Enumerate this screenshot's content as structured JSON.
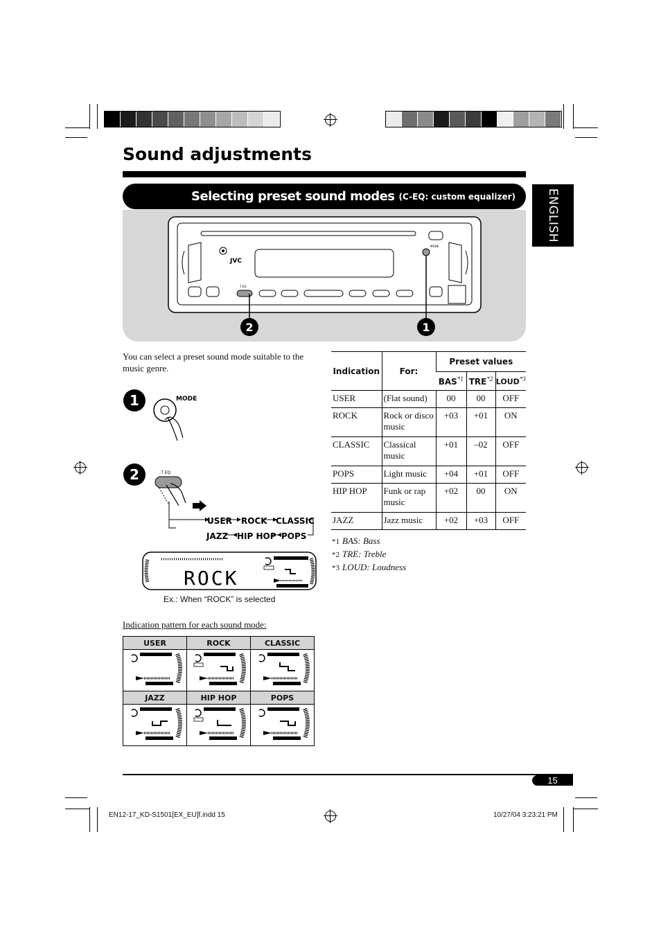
{
  "page": {
    "title": "Sound adjustments",
    "section_title": "Selecting preset sound modes",
    "section_subtitle": "(C-EQ: custom equalizer)",
    "language_tab": "ENGLISH",
    "page_number": "15"
  },
  "device": {
    "brand": "JVC",
    "mode_label": "MODE",
    "eq_label": "7 EQ",
    "callouts": [
      "1",
      "2"
    ]
  },
  "intro_text": "You can select a preset sound mode suitable to the music genre.",
  "steps": [
    {
      "number": "1",
      "button_label": "MODE"
    },
    {
      "number": "2",
      "button_label": "7 EQ",
      "cycle": [
        "USER",
        "ROCK",
        "CLASSIC",
        "POPS",
        "HIP HOP",
        "JAZZ"
      ]
    }
  ],
  "display_example": {
    "text": "ROCK",
    "caption": "Ex.: When “ROCK” is selected"
  },
  "pattern_table": {
    "heading": "Indication pattern for each sound mode:",
    "row1": [
      "USER",
      "ROCK",
      "CLASSIC"
    ],
    "row2": [
      "JAZZ",
      "HIP HOP",
      "POPS"
    ]
  },
  "preset_table": {
    "header": {
      "indication": "Indication",
      "for": "For:",
      "preset_values": "Preset values",
      "bas": "BAS",
      "tre": "TRE",
      "loud": "LOUD",
      "bas_mark": "*1",
      "tre_mark": "*2",
      "loud_mark": "*3"
    },
    "rows": [
      {
        "indication": "USER",
        "for": "(Flat sound)",
        "bas": "00",
        "tre": "00",
        "loud": "OFF"
      },
      {
        "indication": "ROCK",
        "for": "Rock or disco music",
        "bas": "+03",
        "tre": "+01",
        "loud": "ON"
      },
      {
        "indication": "CLASSIC",
        "for": "Classical music",
        "bas": "+01",
        "tre": "–02",
        "loud": "OFF"
      },
      {
        "indication": "POPS",
        "for": "Light music",
        "bas": "+04",
        "tre": "+01",
        "loud": "OFF"
      },
      {
        "indication": "HIP HOP",
        "for": "Funk or rap music",
        "bas": "+02",
        "tre": "00",
        "loud": "ON"
      },
      {
        "indication": "JAZZ",
        "for": "Jazz music",
        "bas": "+02",
        "tre": "+03",
        "loud": "OFF"
      }
    ]
  },
  "footnotes": [
    {
      "mark": "*1",
      "text": "BAS: Bass"
    },
    {
      "mark": "*2",
      "text": "TRE: Treble"
    },
    {
      "mark": "*3",
      "text": "LOUD: Loudness"
    }
  ],
  "slug": {
    "left": "EN12-17_KD-S1501[EX_EU]f.indd   15",
    "right": "10/27/04   3:23:21 PM"
  },
  "colors": {
    "text": "#000000",
    "panel_grey": "#d7d7d7",
    "header_grey": "#d4d4d4"
  }
}
